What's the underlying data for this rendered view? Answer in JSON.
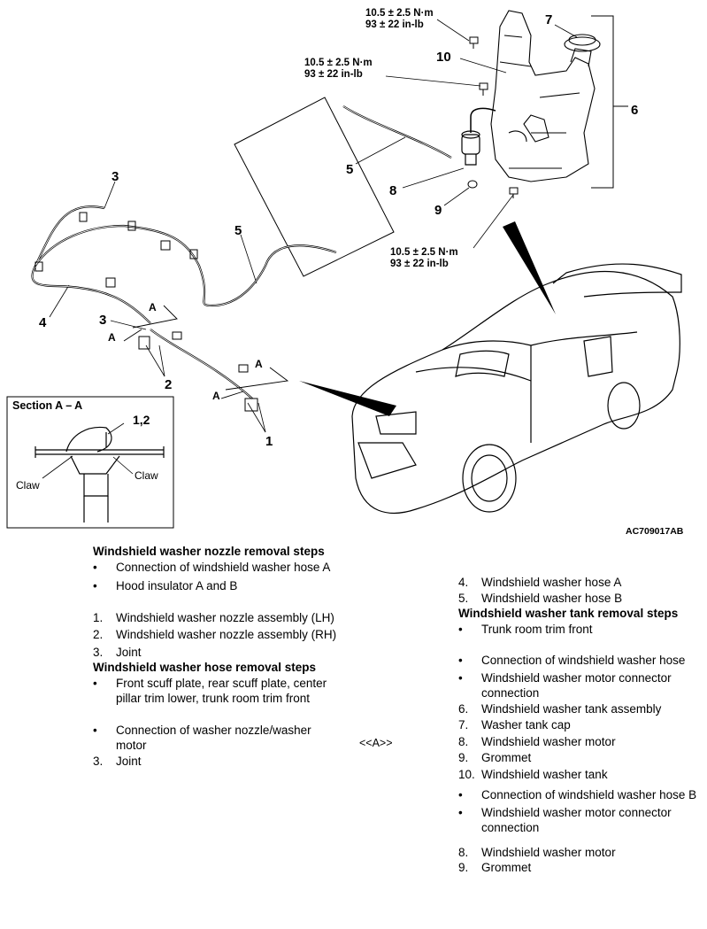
{
  "figure": {
    "labels": {
      "n1": "1",
      "n2": "2",
      "n3a": "3",
      "n3b": "3",
      "n4": "4",
      "n5a": "5",
      "n5b": "5",
      "n6": "6",
      "n7": "7",
      "n8": "8",
      "n9": "9",
      "n10": "10",
      "a1": "A",
      "a2": "A",
      "a3": "A",
      "a4": "A"
    },
    "torque": {
      "top_nm": "10.5 ± 2.5 N·m",
      "top_in": "93 ± 22 in-lb",
      "mid_nm": "10.5 ± 2.5 N·m",
      "mid_in": "93 ± 22 in-lb",
      "bot_nm": "10.5 ± 2.5 N·m",
      "bot_in": "93 ± 22 in-lb"
    },
    "section": {
      "title": "Section A – A",
      "part": "1,2",
      "claw_left": "Claw",
      "claw_right": "Claw"
    },
    "figure_id": "AC709017AB"
  },
  "left_column": {
    "nozzle_heading": "Windshield washer nozzle removal steps",
    "nozzle_bullets": [
      "Connection of windshield washer hose A",
      "Hood insulator A and B"
    ],
    "nozzle_steps": [
      {
        "num": "1.",
        "text": "Windshield washer nozzle assembly (LH)"
      },
      {
        "num": "2.",
        "text": "Windshield washer nozzle assembly (RH)"
      },
      {
        "num": "3.",
        "text": "Joint"
      }
    ],
    "hose_heading": "Windshield washer hose removal steps",
    "hose_bullets": [
      "Front scuff plate, rear scuff plate, center pillar trim lower, trunk room trim front",
      "Connection of washer nozzle/washer motor"
    ],
    "hose_steps": [
      {
        "num": "3.",
        "text": "Joint"
      }
    ]
  },
  "middle": {
    "symbol": "<<A>>"
  },
  "right_column": {
    "hose_steps": [
      {
        "num": "4.",
        "text": "Windshield washer hose A"
      },
      {
        "num": "5.",
        "text": "Windshield washer hose B"
      }
    ],
    "tank_heading": "Windshield washer tank removal steps",
    "tank_bullets_1": [
      "Trunk room trim front"
    ],
    "tank_bullets_2": [
      "Connection of windshield washer hose",
      "Windshield washer motor connector connection"
    ],
    "tank_steps": [
      {
        "num": "6.",
        "text": "Windshield washer tank assembly"
      },
      {
        "num": "7.",
        "text": "Washer tank cap"
      },
      {
        "num": "8.",
        "text": "Windshield washer motor"
      },
      {
        "num": "9.",
        "text": "Grommet"
      },
      {
        "num": "10.",
        "text": "Windshield washer tank"
      }
    ],
    "tank_bullets_3": [
      "Connection of windshield washer hose B",
      "Windshield washer motor connector connection"
    ],
    "tank_steps_2": [
      {
        "num": "8.",
        "text": "Windshield washer motor"
      },
      {
        "num": "9.",
        "text": "Grommet"
      }
    ]
  }
}
